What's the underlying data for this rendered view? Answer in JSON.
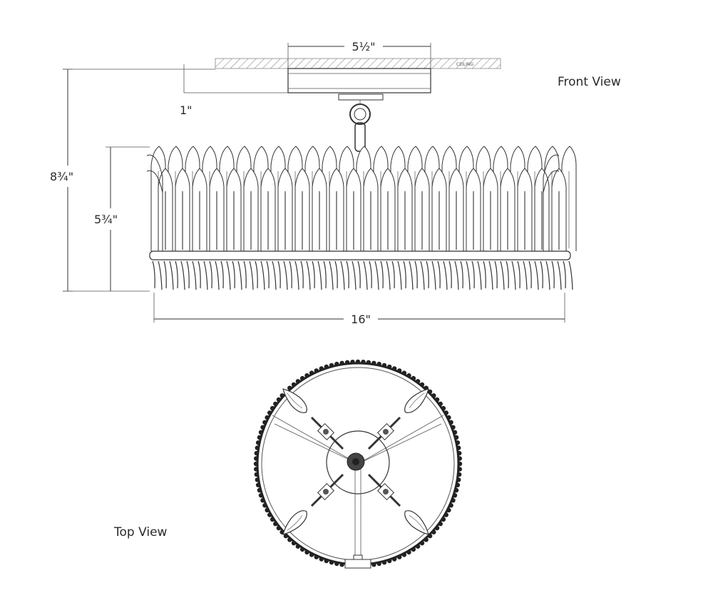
{
  "labels": {
    "front_view": "Front View",
    "top_view": "Top View"
  },
  "dimensions": {
    "canopy_width": "5½\"",
    "overall_height": "8¾\"",
    "body_height": "5¾\"",
    "canopy_depth": "1\"",
    "diameter": "16\"",
    "ceiling_tag": "CEILING"
  },
  "colors": {
    "line": "#333333",
    "text": "#2a2a2a",
    "background": "#ffffff"
  }
}
